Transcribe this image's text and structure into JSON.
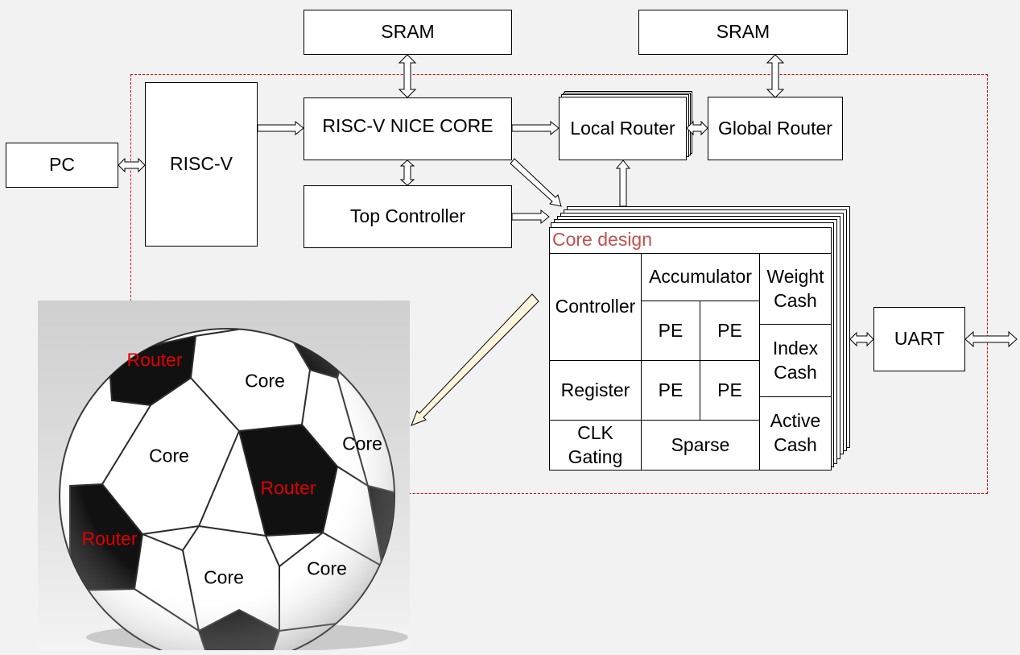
{
  "blocks": {
    "sram_top_left": "SRAM",
    "sram_top_right": "SRAM",
    "pc": "PC",
    "riscv": "RISC-V",
    "riscv_nice_core": "RISC-V NICE CORE",
    "top_controller": "Top Controller",
    "local_router": "Local Router",
    "global_router": "Global Router",
    "uart": "UART"
  },
  "core_design": {
    "title": "Core design",
    "controller": "Controller",
    "accumulator": "Accumulator",
    "weight_cash": "Weight Cash",
    "index_cash": "Index Cash",
    "active_cash": "Active Cash",
    "register": "Register",
    "clk_gating": "CLK Gating",
    "sparse": "Sparse",
    "pe": [
      "PE",
      "PE",
      "PE",
      "PE"
    ]
  },
  "ball": {
    "routers": [
      "Router",
      "Router",
      "Router"
    ],
    "cores": [
      "Core",
      "Core",
      "Core",
      "Core",
      "Core"
    ]
  },
  "colors": {
    "dashed_border": "#e00000",
    "core_title": "#c0504d",
    "router_label": "#e00000",
    "background": "#f2f2f2"
  }
}
